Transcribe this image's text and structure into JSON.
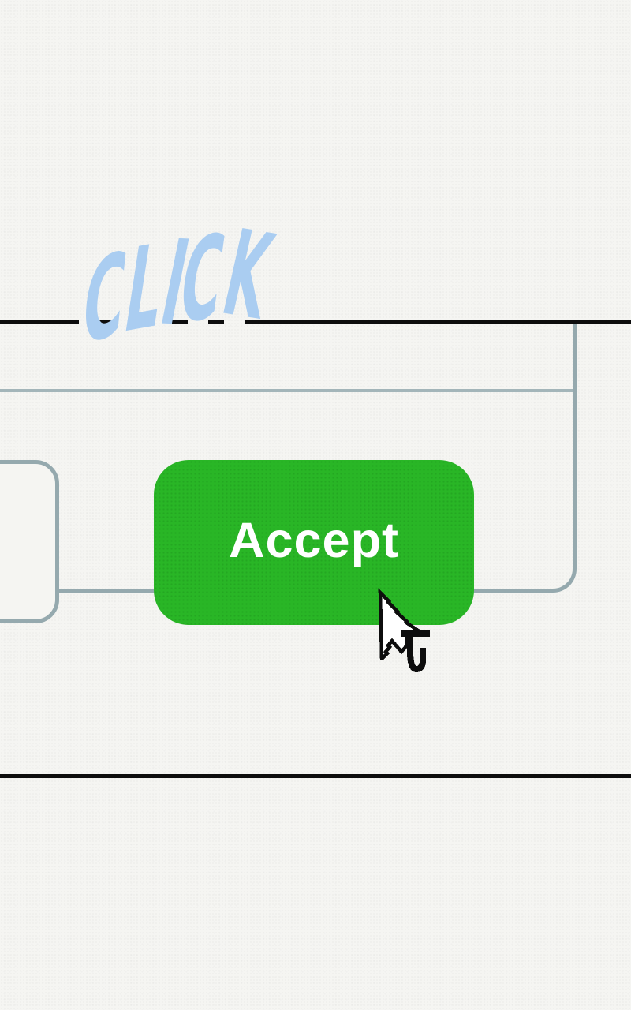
{
  "annotation": {
    "text": "CLICK"
  },
  "dialog": {
    "accept_button": {
      "label": "Accept"
    }
  },
  "cursor": {
    "icon": "pixel-arrow-cursor"
  },
  "colors": {
    "background": "#f5f5f2",
    "divider_black": "#0d0d0d",
    "outline_gray": "#95a9ae",
    "thin_line_gray": "#a3b5b9",
    "annotation_blue": "#aacdf1",
    "button_green": "#29b626",
    "button_text_white": "#ffffff"
  }
}
